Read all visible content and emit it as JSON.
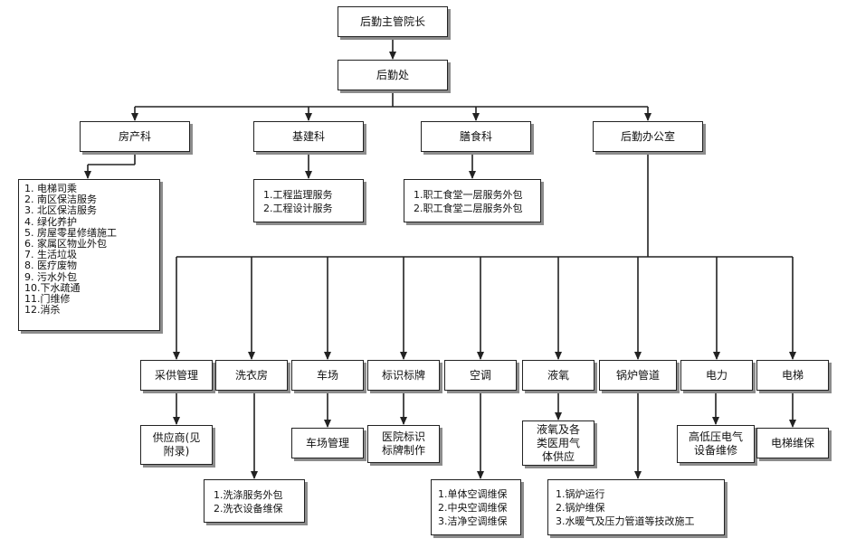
{
  "diagram": {
    "top": "后勤主管院长",
    "office": "后勤处",
    "departments": [
      "房产科",
      "基建科",
      "膳食科",
      "后勤办公室"
    ],
    "property_items": [
      "1.   电梯司乘",
      "2.   南区保洁服务",
      "3.   北区保洁服务",
      "4.   绿化养护",
      "5.   房屋零星修缮施工",
      "6.   家属区物业外包",
      "7.   生活垃圾",
      "8.   医疗废物",
      "9.   污水外包",
      "10.下水疏通",
      "11.门维修",
      "12.消杀"
    ],
    "construction_items": [
      "1.工程监理服务",
      "2.工程设计服务"
    ],
    "catering_items": [
      "1.职工食堂一层服务外包",
      "2.职工食堂二层服务外包"
    ],
    "units": [
      "采供管理",
      "洗衣房",
      "车场",
      "标识标牌",
      "空调",
      "液氧",
      "锅炉管道",
      "电力",
      "电梯"
    ],
    "unit_details": {
      "procurement": "供应商(见\n附录)",
      "laundry": [
        "1.洗涤服务外包",
        "2.洗衣设备维保"
      ],
      "parking": "车场管理",
      "signage": "医院标识\n标牌制作",
      "ac": [
        "1.单体空调维保",
        "2.中央空调维保",
        "3.洁净空调维保"
      ],
      "oxygen": "液氧及各\n类医用气\n体供应",
      "boiler": [
        "1.锅炉运行",
        "2.锅炉维保",
        "3.水暖气及压力管道等技改施工"
      ],
      "power": "高低压电气\n设备维修",
      "elevator": "电梯维保"
    }
  }
}
